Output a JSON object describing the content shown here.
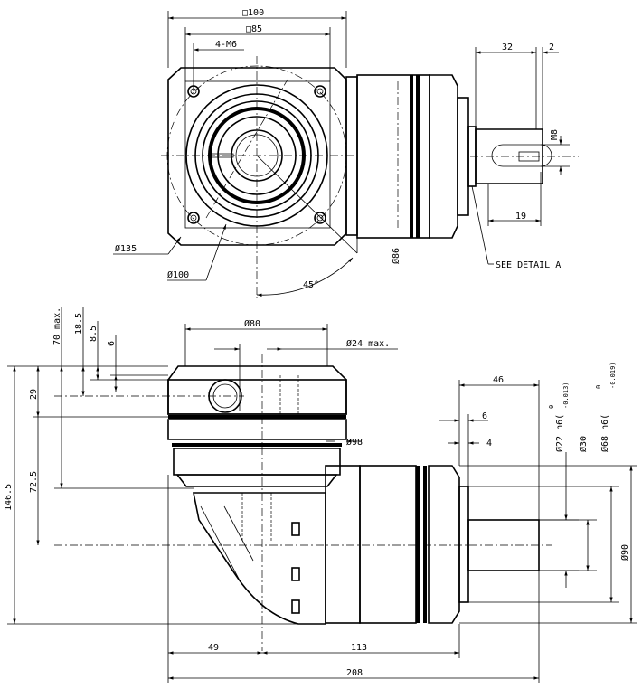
{
  "top_view": {
    "dim_square_outer": "100",
    "dim_square_inner": "85",
    "dim_thread": "4-M6",
    "dim_shaft_len": "32",
    "dim_shaft_offset": "2",
    "dim_thread_m": "M8",
    "dim_key_len": "19",
    "dim_bolt_circle": "135",
    "dim_pilot": "100",
    "dim_housing": "86",
    "dim_angle": "45°",
    "detail_note": "SEE DETAIL A"
  },
  "side_view": {
    "dim_bore_pilot": "80",
    "dim_bore_max": "24 max.",
    "dim_70max": "70 max.",
    "dim_18_5": "18.5",
    "dim_8_5": "8.5",
    "dim_6a": "6",
    "dim_29": "29",
    "dim_72_5": "72.5",
    "dim_146_5": "146.5",
    "dim_98": "98",
    "dim_46": "46",
    "dim_6b": "6",
    "dim_4": "4",
    "dim_22": "22 h6(",
    "dim_22_tol_up": "0",
    "dim_22_tol_lo": "-0.013",
    "dim_30": "30",
    "dim_68": "68 h6(",
    "dim_68_tol_up": "0",
    "dim_68_tol_lo": "-0.019",
    "dim_90": "90",
    "dim_49": "49",
    "dim_113": "113",
    "dim_208": "208"
  },
  "symbols": {
    "diameter": "Ø",
    "square": "□",
    "close_paren": ")"
  }
}
